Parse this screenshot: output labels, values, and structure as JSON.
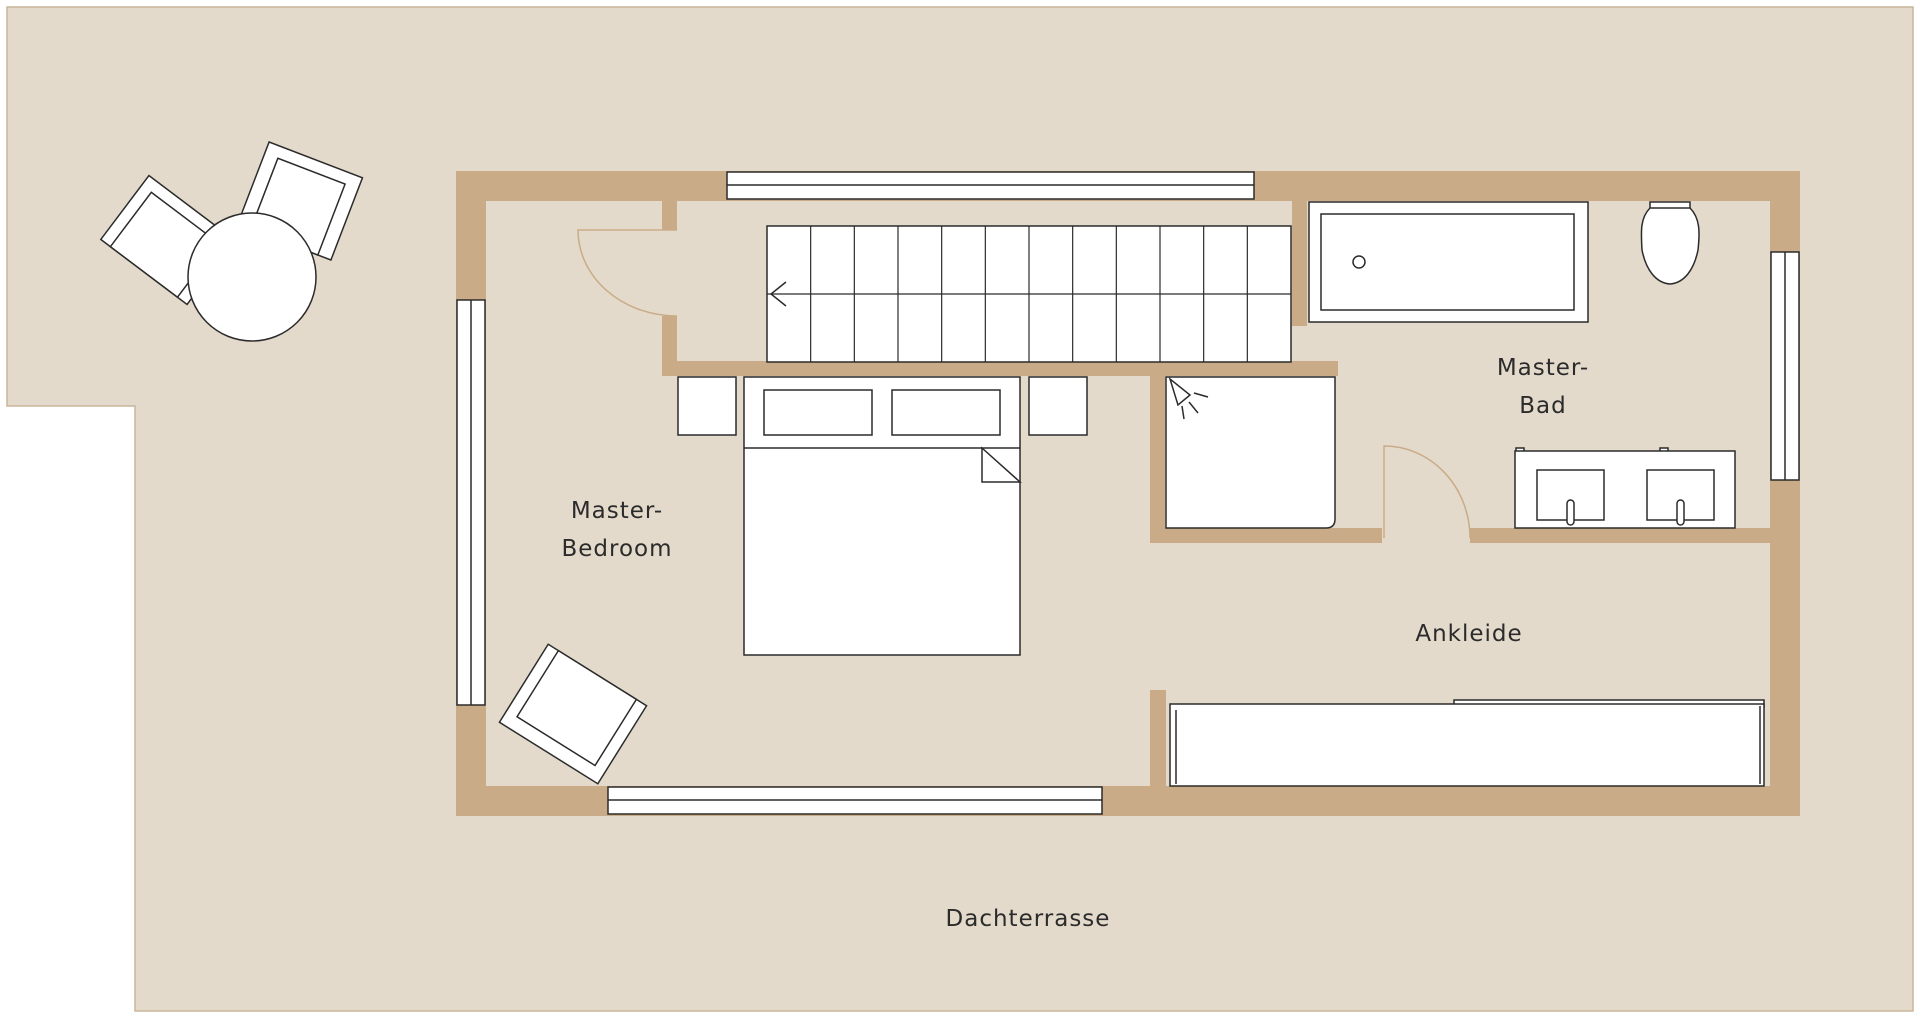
{
  "rooms": {
    "master_bedroom": {
      "line1": "Master-",
      "line2": "Bedroom"
    },
    "master_bath": {
      "line1": "Master-",
      "line2": "Bad"
    },
    "walk_in_closet": "Ankleide",
    "roof_terrace": "Dachterrasse"
  },
  "colors": {
    "floor": "#e3dacb",
    "wall": "#c9ac87",
    "fixture_fill": "#ffffff",
    "fixture_stroke": "#2b2b2b",
    "terrace_border": "#c9b59a"
  }
}
